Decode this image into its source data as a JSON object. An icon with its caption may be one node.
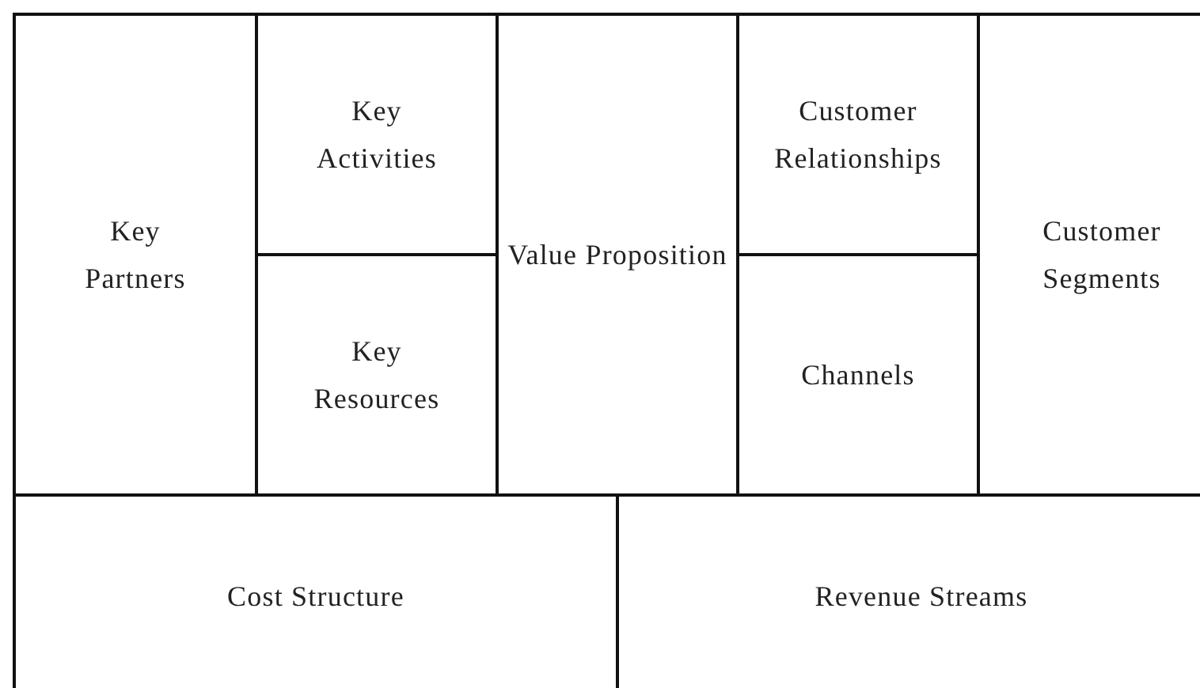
{
  "diagram": {
    "nodes": [
      {
        "text": [
          "Key Partners"
        ]
      },
      {
        "text": [
          "Key Activities"
        ]
      },
      {
        "text": [
          "Key Resources"
        ]
      },
      {
        "text": [
          "Value Proposition"
        ]
      },
      {
        "text": [
          "Customer Relationships"
        ]
      },
      {
        "text": [
          "Channels"
        ]
      },
      {
        "text": [
          "Customer Segments"
        ]
      },
      {
        "text": [
          "Cost Structure"
        ]
      },
      {
        "text": [
          "Revenue Streams"
        ]
      }
    ]
  }
}
